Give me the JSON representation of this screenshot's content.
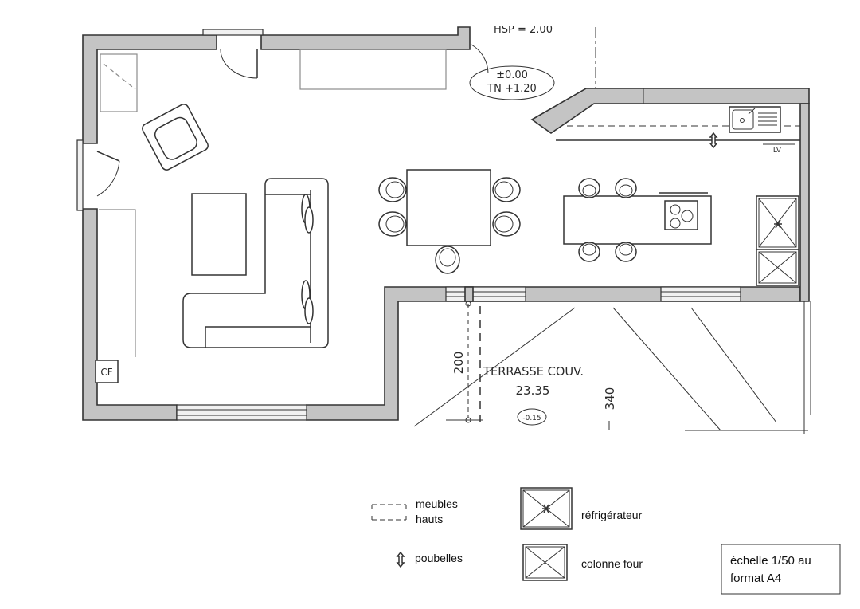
{
  "plan": {
    "ceiling_height": "HSP = 2.00",
    "level_reference": "±0.00",
    "level_natural_ground": "TN +1.20",
    "sink_label": "LV",
    "flue_label": "CF",
    "terrace_name": "TERRASSE COUV.",
    "terrace_area": "23.35",
    "terrace_level": "-0.15",
    "dimension_terrace_depth": "200",
    "dimension_terrace_width": "340"
  },
  "legend": {
    "upper_cabinets_line1": "meubles",
    "upper_cabinets_line2": "hauts",
    "upper_cabinets_icon": "dashed-rectangle-icon",
    "bins": "poubelles",
    "bins_icon": "up-down-arrow-icon",
    "fridge": "réfrigérateur",
    "fridge_icon": "crossed-box-asterisk-icon",
    "oven_column": "colonne four",
    "oven_column_icon": "crossed-box-icon"
  },
  "scale_note": {
    "line1": "échelle 1/50 au",
    "line2": "format A4"
  },
  "colors": {
    "wall_fill": "#c4c4c4",
    "ink": "#333333"
  }
}
